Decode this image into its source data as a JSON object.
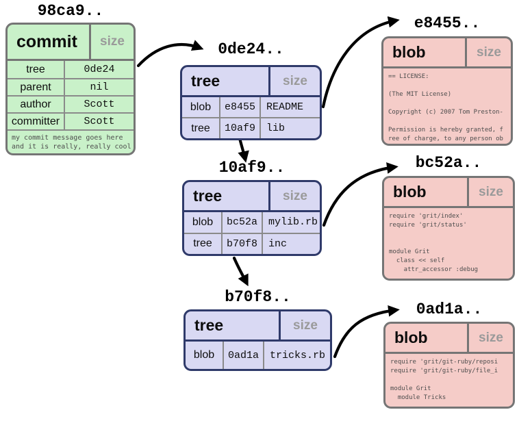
{
  "colors": {
    "commit_fill": "#c9f1c9",
    "commit_border": "#757575",
    "tree_fill": "#d9d9f3",
    "tree_border": "#2f3a6a",
    "blob_fill": "#f5ccc8",
    "blob_border": "#757575",
    "size_text": "#9a9a9a",
    "divider": "#8a8a8a",
    "code_text": "#4d4d4d",
    "arrow": "#000000"
  },
  "commit": {
    "hash_label": "98ca9..",
    "type_label": "commit",
    "size_label": "size",
    "rows": [
      {
        "label": "tree",
        "value": "0de24"
      },
      {
        "label": "parent",
        "value": "nil"
      },
      {
        "label": "author",
        "value": "Scott"
      },
      {
        "label": "committer",
        "value": "Scott"
      }
    ],
    "message_lines": [
      "my commit message goes here",
      "and it is really, really cool"
    ]
  },
  "trees": [
    {
      "hash_label": "0de24..",
      "type_label": "tree",
      "size_label": "size",
      "rows": [
        {
          "type": "blob",
          "hash": "e8455",
          "name": "README"
        },
        {
          "type": "tree",
          "hash": "10af9",
          "name": "lib"
        }
      ]
    },
    {
      "hash_label": "10af9..",
      "type_label": "tree",
      "size_label": "size",
      "rows": [
        {
          "type": "blob",
          "hash": "bc52a",
          "name": "mylib.rb"
        },
        {
          "type": "tree",
          "hash": "b70f8",
          "name": "inc"
        }
      ]
    },
    {
      "hash_label": "b70f8..",
      "type_label": "tree",
      "size_label": "size",
      "rows": [
        {
          "type": "blob",
          "hash": "0ad1a",
          "name": "tricks.rb"
        }
      ]
    }
  ],
  "blobs": [
    {
      "hash_label": "e8455..",
      "type_label": "blob",
      "size_label": "size",
      "lines": [
        "== LICENSE:",
        "",
        "(The MIT License)",
        "",
        "Copyright (c) 2007 Tom Preston-",
        "",
        "Permission is hereby granted, f",
        "ree of charge, to any person ob"
      ]
    },
    {
      "hash_label": "bc52a..",
      "type_label": "blob",
      "size_label": "size",
      "lines": [
        "require 'grit/index'",
        "require 'grit/status'",
        "",
        "",
        "module Grit",
        "  class << self",
        "    attr_accessor :debug"
      ]
    },
    {
      "hash_label": "0ad1a..",
      "type_label": "blob",
      "size_label": "size",
      "lines": [
        "require 'grit/git-ruby/reposi",
        "require 'grit/git-ruby/file_i",
        "",
        "module Grit",
        "  module Tricks"
      ]
    }
  ]
}
